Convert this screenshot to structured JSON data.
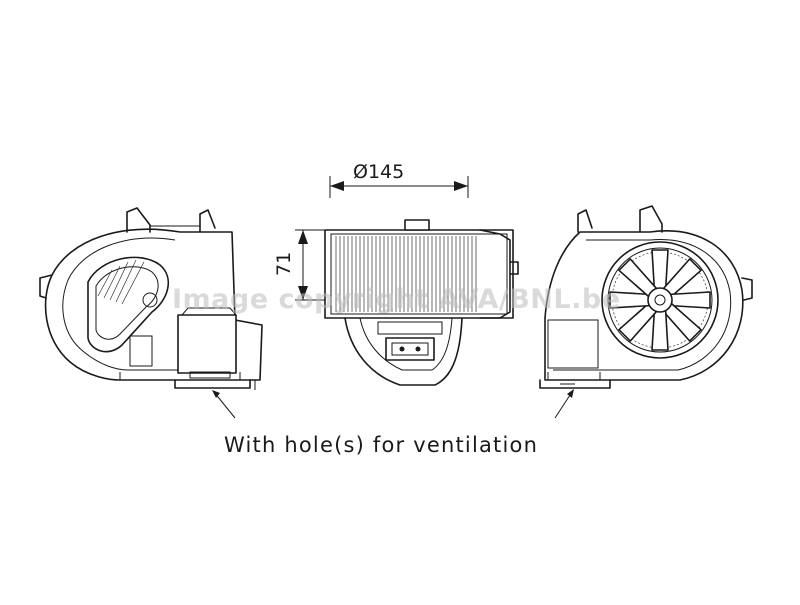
{
  "dimensions": {
    "diameter_label": "Ø145",
    "height_label": "71"
  },
  "caption": "With hole(s) for ventilation",
  "watermark": "Image copyright AVA/BNL.be",
  "colors": {
    "line": "#1a1a1a",
    "background": "#ffffff",
    "watermark": "#bdbdbd"
  }
}
